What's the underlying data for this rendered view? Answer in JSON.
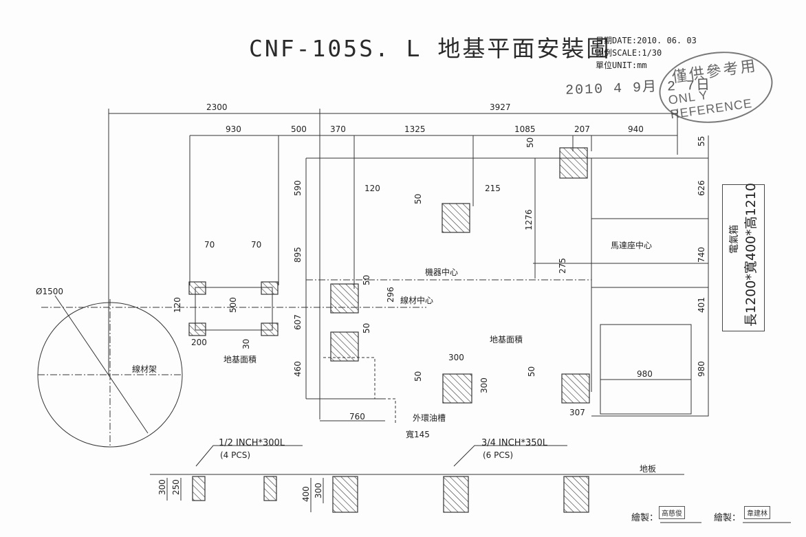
{
  "title": "CNF-105S. L  地基平面安裝圖",
  "info": {
    "date": "日期DATE:2010. 06. 03",
    "scale": "比例SCALE:1/30",
    "unit": "單位UNIT:mm"
  },
  "stamp": {
    "date": "2010 4  9月  2 7日",
    "line1": "僅供參考用",
    "line2": "ONL Y REFERENCE"
  },
  "cabinet": {
    "name": "電氣箱",
    "size": "長1200*寬400*高1210"
  },
  "top_dims": {
    "total_left": "2300",
    "total_right": "3927",
    "row2": [
      "930",
      "500",
      "370",
      "1325",
      "1085",
      "207",
      "940"
    ]
  },
  "left_dims": [
    "590",
    "895",
    "607",
    "460"
  ],
  "right_dims": [
    "55",
    "626",
    "740",
    "401",
    "980"
  ],
  "inner_dims": {
    "d120": "120",
    "d215": "215",
    "d50a": "50",
    "d50b": "50",
    "d1276": "1276",
    "d275": "275",
    "d70a": "70",
    "d70b": "70",
    "d120b": "120",
    "d500": "500",
    "d200": "200",
    "d30": "30",
    "d50c": "50",
    "d296": "296",
    "d50d": "50",
    "d300a": "300",
    "d50e": "50",
    "d300b": "300",
    "d50f": "50",
    "d307": "307",
    "d980": "980",
    "d760": "760",
    "d145": "寬145"
  },
  "labels": {
    "diameter": "Ø1500",
    "wire_rack": "線材架",
    "foundation_area": "地基面積",
    "foundation_area2": "地基面積",
    "machine_center": "機器中心",
    "wire_center": "線材中心",
    "motor_center": "馬達座中心",
    "oil_trough": "外環油槽",
    "floor": "地板"
  },
  "bolts": {
    "left": "1/2  INCH*300L",
    "left_pcs": "(4 PCS)",
    "right": "3/4  INCH*350L",
    "right_pcs": "(6 PCS)"
  },
  "section_dims": [
    "300",
    "250",
    "400",
    "300"
  ],
  "footer": {
    "drawn_label": "繪製：",
    "drawn_sig": "高慈俊",
    "check_label": "繪製：",
    "check_sig": "韋建林"
  }
}
